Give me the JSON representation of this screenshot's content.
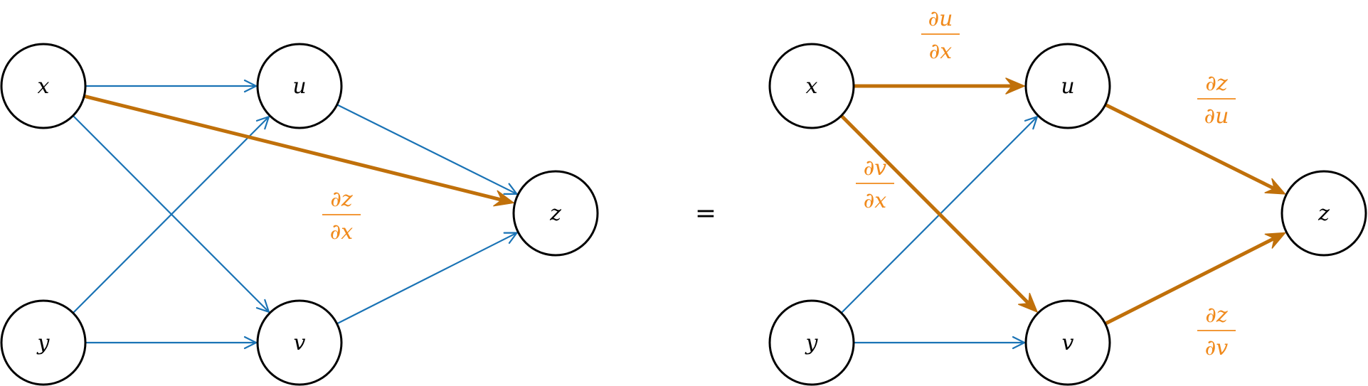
{
  "colors": {
    "edge": "#1a73b5",
    "highlight": "#c0700a",
    "label": "#f08a1c",
    "node_stroke": "#000000",
    "node_fill": "#ffffff"
  },
  "equals_sign": "=",
  "left": {
    "nodes": [
      {
        "id": "x",
        "label": "x"
      },
      {
        "id": "y",
        "label": "y"
      },
      {
        "id": "u",
        "label": "u"
      },
      {
        "id": "v",
        "label": "v"
      },
      {
        "id": "z",
        "label": "z"
      }
    ],
    "edges": [
      {
        "from": "x",
        "to": "u",
        "highlight": false
      },
      {
        "from": "x",
        "to": "v",
        "highlight": false
      },
      {
        "from": "y",
        "to": "u",
        "highlight": false
      },
      {
        "from": "y",
        "to": "v",
        "highlight": false
      },
      {
        "from": "u",
        "to": "z",
        "highlight": false
      },
      {
        "from": "v",
        "to": "z",
        "highlight": false
      },
      {
        "from": "x",
        "to": "z",
        "highlight": true,
        "label": {
          "num": "∂z",
          "den": "∂x"
        }
      }
    ]
  },
  "right": {
    "nodes": [
      {
        "id": "x",
        "label": "x"
      },
      {
        "id": "y",
        "label": "y"
      },
      {
        "id": "u",
        "label": "u"
      },
      {
        "id": "v",
        "label": "v"
      },
      {
        "id": "z",
        "label": "z"
      }
    ],
    "edges": [
      {
        "from": "y",
        "to": "u",
        "highlight": false
      },
      {
        "from": "y",
        "to": "v",
        "highlight": false
      },
      {
        "from": "x",
        "to": "u",
        "highlight": true,
        "label": {
          "num": "∂u",
          "den": "∂x"
        }
      },
      {
        "from": "x",
        "to": "v",
        "highlight": true,
        "label": {
          "num": "∂v",
          "den": "∂x"
        }
      },
      {
        "from": "u",
        "to": "z",
        "highlight": true,
        "label": {
          "num": "∂z",
          "den": "∂u"
        }
      },
      {
        "from": "v",
        "to": "z",
        "highlight": true,
        "label": {
          "num": "∂z",
          "den": "∂v"
        }
      }
    ]
  }
}
